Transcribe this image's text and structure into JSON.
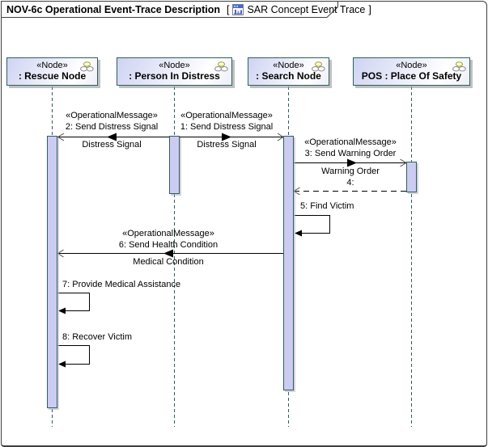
{
  "frame": {
    "title": "NOV-6c Operational Event-Trace Description",
    "bracket_open": "[",
    "diagram_name": "SAR Concept Event Trace",
    "bracket_close": "]"
  },
  "colors": {
    "element_border": "#2e5f5f",
    "activation_fill": "#ccccf2",
    "node_fill_top": "#ced3f2",
    "frame_border": "#3f3f3f",
    "shadow": "#969696",
    "message_line": "#000000",
    "icon_blue": "#4466dd",
    "icon_yellow": "#ffffcc"
  },
  "lifelines": [
    {
      "stereotype": "«Node»",
      "name": ": Rescue Node"
    },
    {
      "stereotype": "«Node»",
      "name": ": Person In Distress"
    },
    {
      "stereotype": "«Node»",
      "name": ": Search Node"
    },
    {
      "stereotype": "«Node»",
      "name": "POS : Place Of Safety"
    }
  ],
  "messages": [
    {
      "stereotype": "«OperationalMessage»",
      "name": "2: Send Distress Signal",
      "conveyed": "Distress Signal",
      "from": ": Person In Distress",
      "to": ": Rescue Node",
      "kind": "async"
    },
    {
      "stereotype": "«OperationalMessage»",
      "name": "1: Send Distress Signal",
      "conveyed": "Distress Signal",
      "from": ": Person In Distress",
      "to": ": Search Node",
      "kind": "async"
    },
    {
      "stereotype": "«OperationalMessage»",
      "name": "3: Send Warning Order",
      "conveyed": "Warning Order",
      "from": ": Search Node",
      "to": "POS : Place Of Safety",
      "kind": "async"
    },
    {
      "name": "4:",
      "from": "POS : Place Of Safety",
      "to": ": Search Node",
      "kind": "reply"
    },
    {
      "name": "5: Find Victim",
      "from": ": Search Node",
      "to": ": Search Node",
      "kind": "self"
    },
    {
      "stereotype": "«OperationalMessage»",
      "name": "6: Send Health Condition",
      "conveyed": "Medical Condition",
      "from": ": Search Node",
      "to": ": Rescue Node",
      "kind": "async"
    },
    {
      "name": "7: Provide Medical Assistance",
      "from": ": Rescue Node",
      "to": ": Rescue Node",
      "kind": "self"
    },
    {
      "name": "8: Recover Victim",
      "from": ": Rescue Node",
      "to": ": Rescue Node",
      "kind": "self"
    }
  ]
}
